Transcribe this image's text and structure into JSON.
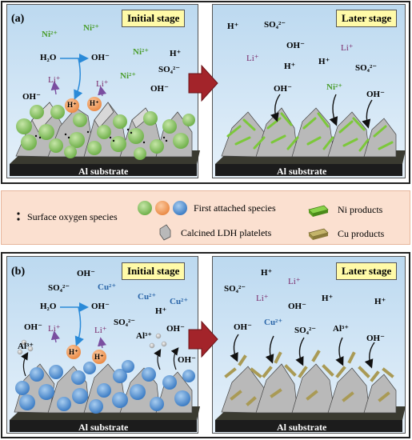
{
  "panel_a": {
    "tag": "(a)",
    "initial_stage": "Initial stage",
    "later_stage": "Later stage",
    "substrate": "Al substrate",
    "initial_ions": {
      "ni1": "Ni²⁺",
      "ni2": "Ni²⁺",
      "ni3": "Ni²⁺",
      "ni4": "Ni²⁺",
      "h2o": "H₂O",
      "oh_arrow": "OH⁻",
      "h": "H⁺",
      "so4": "SO₄²⁻",
      "oh2": "OH⁻",
      "oh3": "OH⁻",
      "li1": "Li⁺",
      "li2": "Li⁺",
      "hplus1": "H⁺",
      "hplus2": "H⁺"
    },
    "later_ions": {
      "h1": "H⁺",
      "so4a": "SO₄²⁻",
      "oh1": "OH⁻",
      "li": "Li⁺",
      "li2": "Li⁺",
      "h2": "H⁺",
      "h3": "H⁺",
      "so4b": "SO₄²⁻",
      "oh2": "OH⁻",
      "ni": "Ni²⁺",
      "oh3": "OH⁻"
    }
  },
  "legend": {
    "surface_oxygen": "Surface oxygen species",
    "first_attached": "First attached species",
    "calcined": "Calcined LDH platelets",
    "ni_products": "Ni products",
    "cu_products": "Cu products",
    "colors": {
      "green": "#8ac46a",
      "orange": "#f2a060",
      "blue": "#6aa0d8",
      "ni_prod": "#6ab62a",
      "cu_prod": "#a99a55"
    }
  },
  "panel_b": {
    "tag": "(b)",
    "initial_stage": "Initial stage",
    "later_stage": "Later stage",
    "substrate": "Al substrate",
    "initial_ions": {
      "oh1": "OH⁻",
      "so4": "SO₄²⁻",
      "cu1": "Cu²⁺",
      "cu2": "Cu²⁺",
      "cu3": "Cu²⁺",
      "h2o": "H₂O",
      "oh_arrow": "OH⁻",
      "h": "H⁺",
      "so4b": "SO₄²⁻",
      "oh2": "OH⁻",
      "li1": "Li⁺",
      "li2": "Li⁺",
      "al1": "Al³⁺",
      "al2": "Al³⁺",
      "oh3": "OH⁻",
      "oh4": "OH⁻",
      "hplus1": "H⁺",
      "hplus2": "H⁺"
    },
    "later_ions": {
      "h1": "H⁺",
      "so4a": "SO₄²⁻",
      "li1": "Li⁺",
      "li2": "Li⁺",
      "oh1": "OH⁻",
      "h2": "H⁺",
      "h3": "H⁺",
      "oh2": "OH⁻",
      "cu": "Cu²⁺",
      "so4b": "SO₄²⁻",
      "al": "Al³⁺",
      "oh3": "OH⁻"
    }
  }
}
